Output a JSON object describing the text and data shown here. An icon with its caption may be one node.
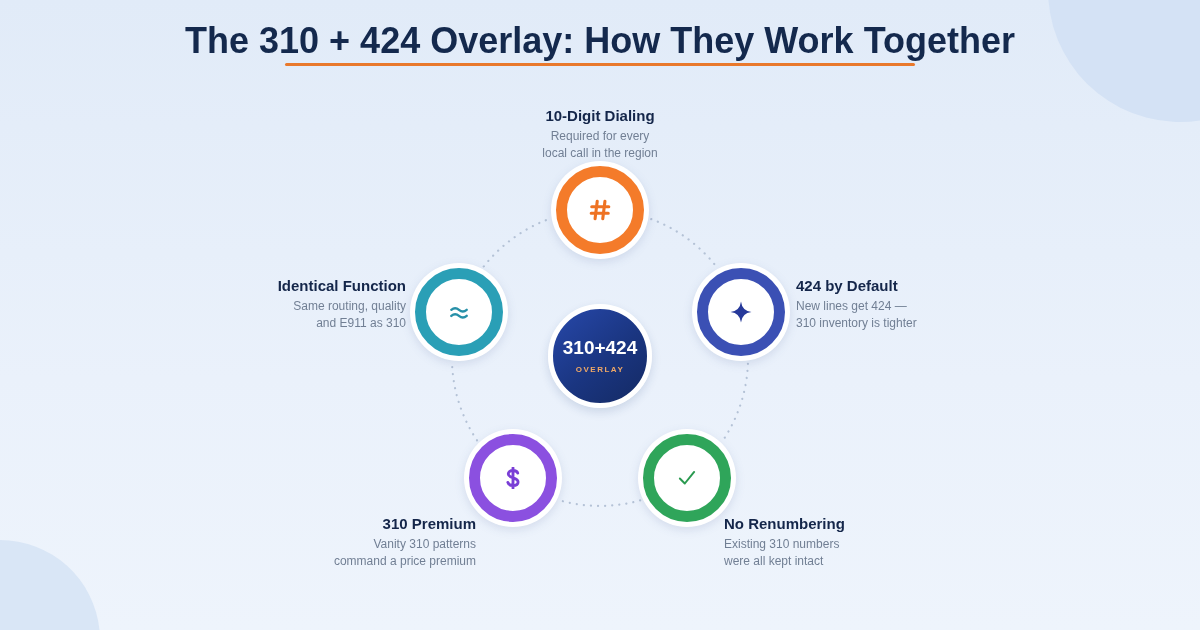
{
  "diagram": {
    "title": "The 310 + 424 Overlay: How They Work Together",
    "nodes": [
      {
        "text": [
          "310+424",
          "OVERLAY"
        ]
      },
      {
        "text": [
          "10-Digit Dialing",
          "Required for every local call in the region"
        ]
      },
      {
        "text": [
          "424 by Default",
          "New lines get 424 — 310 inventory is tighter"
        ]
      },
      {
        "text": [
          "No Renumbering",
          "Existing 310 numbers were all kept intact"
        ]
      },
      {
        "text": [
          "310 Premium",
          "Vanity 310 patterns command a price premium"
        ]
      },
      {
        "text": [
          "Identical Function",
          "Same routing, quality and E911 as 310"
        ]
      }
    ],
    "edges": [
      {
        "from": 1,
        "to": 2,
        "arrow": "none",
        "style": "dashed"
      },
      {
        "from": 2,
        "to": 3,
        "arrow": "none",
        "style": "dashed"
      },
      {
        "from": 3,
        "to": 4,
        "arrow": "none",
        "style": "dashed"
      },
      {
        "from": 4,
        "to": 5,
        "arrow": "none",
        "style": "dashed"
      },
      {
        "from": 5,
        "to": 1,
        "arrow": "none",
        "style": "dashed"
      }
    ]
  }
}
